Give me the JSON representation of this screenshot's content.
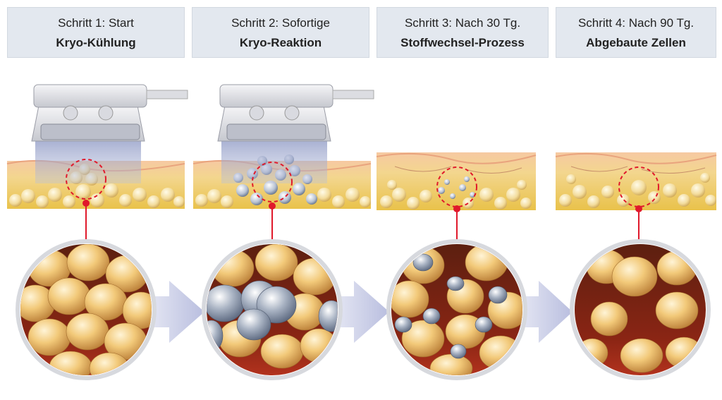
{
  "steps": [
    {
      "line1": "Schritt 1:  Start",
      "line2": "Kryo-Kühlung"
    },
    {
      "line1": "Schritt 2: Sofortige",
      "line2": "Kryo-Reaktion"
    },
    {
      "line1": "Schritt 3: Nach 30 Tg.",
      "line2": "Stoffwechsel-Prozess"
    },
    {
      "line1": "Schritt 4: Nach 90 Tg.",
      "line2": "Abgebaute Zellen"
    }
  ],
  "colors": {
    "header_bg": "#e3e8ef",
    "marker_red": "#e0192b",
    "arrow": "#c9cde6",
    "fat_cell": "#f2c979",
    "frozen_cell": "#aab4c4"
  }
}
